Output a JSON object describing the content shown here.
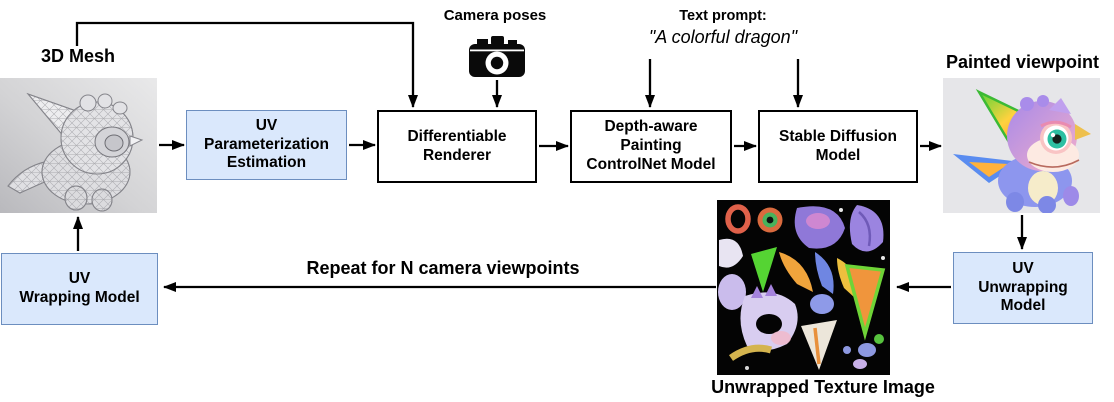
{
  "colors": {
    "canvas_bg": "#ffffff",
    "accent_fill": "#dae8fc",
    "accent_border": "#6c8ebf",
    "box_border": "#000000",
    "arrow": "#000000"
  },
  "labels": {
    "mesh": "3D Mesh",
    "camera_poses": "Camera poses",
    "prompt_title": "Text prompt:",
    "prompt_value": "\"A colorful dragon\"",
    "painted_viewpoint": "Painted viewpoint",
    "repeat_loop": "Repeat for N camera viewpoints",
    "unwrapped_texture": "Unwrapped Texture Image"
  },
  "boxes": {
    "uv_parameterization": "UV\nParameterization\nEstimation",
    "differentiable_renderer": "Differentiable\nRenderer",
    "depth_controlnet": "Depth-aware\nPainting\nControlNet Model",
    "stable_diffusion": "Stable Diffusion\nModel",
    "uv_unwrapping": "UV\nUnwrapping\nModel",
    "uv_wrapping": "UV\nWrapping Model"
  },
  "icons": {
    "camera": "camera-icon"
  },
  "images": {
    "mesh": "wireframe-3d-dragon-mesh",
    "painted": "painted-colorful-dragon-viewpoint",
    "texture": "unwrapped-uv-texture-atlas"
  }
}
